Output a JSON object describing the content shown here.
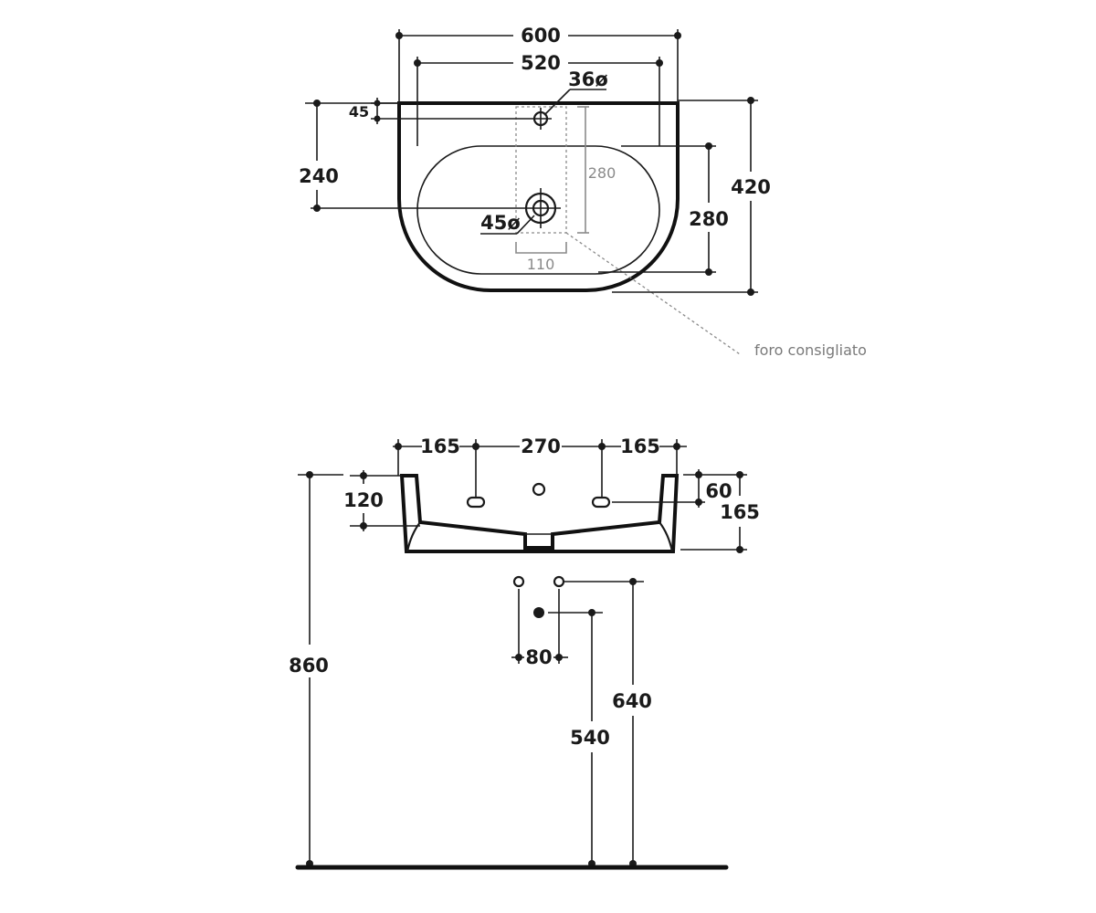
{
  "top_view": {
    "overall_width": "600",
    "inner_width": "520",
    "tap_hole": "36ø",
    "tap_offset": "45",
    "drain_distance": "240",
    "depth": "420",
    "bowl_depth": "280",
    "drain_hole": "45ø",
    "recommended_zone_height": "280",
    "recommended_zone_width": "110",
    "note": "foro consigliato"
  },
  "front_view": {
    "left_offset": "165",
    "center_distance": "270",
    "right_offset": "165",
    "overflow_depth": "60",
    "height": "165",
    "inner_height": "120",
    "mount_height": "860",
    "spacing": "80",
    "drain_height": "540",
    "supply_height": "640"
  },
  "colors": {
    "line": "#111111",
    "grey_line": "#8a8a8a",
    "background": "#ffffff"
  }
}
